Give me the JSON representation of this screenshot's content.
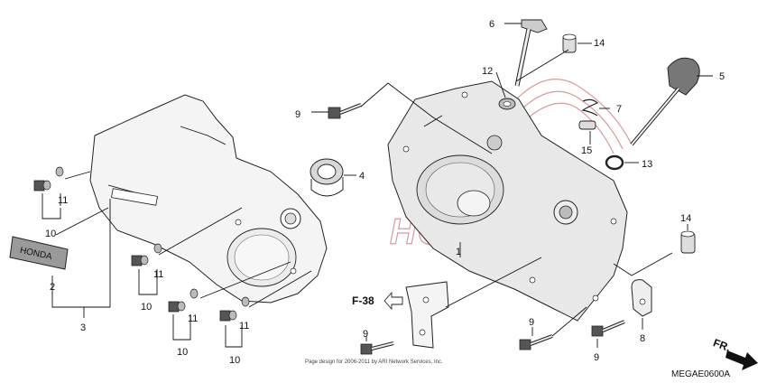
{
  "callouts": {
    "c1": "1",
    "c2": "2",
    "c3": "3",
    "c4": "4",
    "c5": "5",
    "c6": "6",
    "c7": "7",
    "c8": "8",
    "c9a": "9",
    "c9b": "9",
    "c9c": "9",
    "c9d": "9",
    "c10a": "10",
    "c10b": "10",
    "c10c": "10",
    "c10d": "10",
    "c11a": "11",
    "c11b": "11",
    "c11c": "11",
    "c11d": "11",
    "c12": "12",
    "c13": "13",
    "c14a": "14",
    "c14b": "14",
    "c15": "15"
  },
  "reference": {
    "label": "F-38"
  },
  "direction": {
    "label": "FR."
  },
  "diagram_code": "MEGAE0600A",
  "copyright": "Page design for 2006-2011 by ARI Network Services, Inc.",
  "watermark": {
    "brand": "HONDA",
    "color": "#d99a9a"
  },
  "emblem_text": "HONDA"
}
